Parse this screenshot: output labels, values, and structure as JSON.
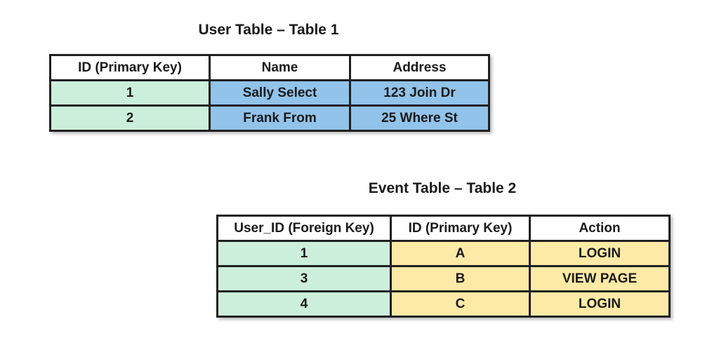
{
  "colors": {
    "border": "#1f1f1f",
    "text": "#1a1a1a",
    "header_bg": "#ffffff",
    "green": "#ccefdc",
    "blue": "#92c3ea",
    "yellow": "#fceaa6",
    "page_bg": "#ffffff"
  },
  "tables": [
    {
      "title": "User Table – Table 1",
      "columns": [
        "ID (Primary Key)",
        "Name",
        "Address"
      ],
      "rows": [
        [
          "1",
          "Sally Select",
          "123 Join Dr"
        ],
        [
          "2",
          "Frank From",
          "25 Where St"
        ]
      ]
    },
    {
      "title": "Event Table – Table 2",
      "columns": [
        "User_ID (Foreign Key)",
        "ID (Primary Key)",
        "Action"
      ],
      "rows": [
        [
          "1",
          "A",
          "LOGIN"
        ],
        [
          "3",
          "B",
          "VIEW PAGE"
        ],
        [
          "4",
          "C",
          "LOGIN"
        ]
      ]
    }
  ]
}
